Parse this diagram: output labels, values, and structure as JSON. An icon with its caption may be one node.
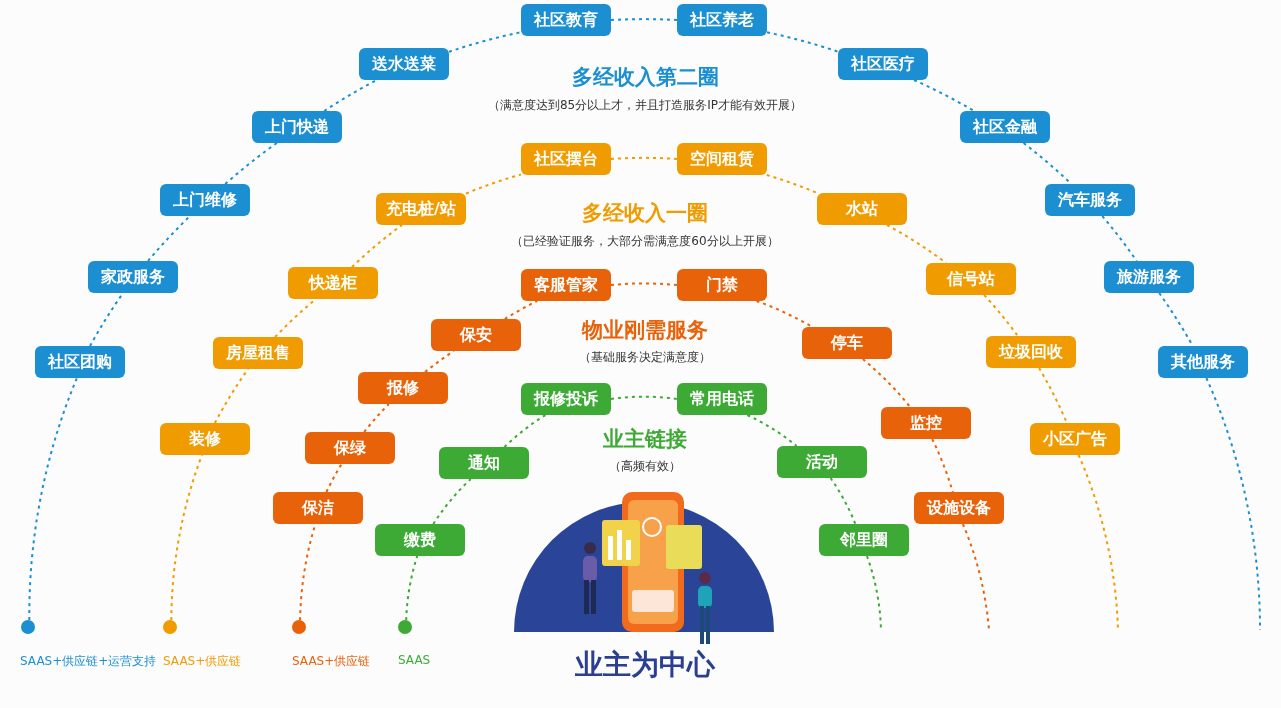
{
  "diagram": {
    "nodes": [
      {
        "text": [
          "社区团购"
        ]
      },
      {
        "text": [
          "家政服务"
        ]
      },
      {
        "text": [
          "上门维修"
        ]
      },
      {
        "text": [
          "上门快递"
        ]
      },
      {
        "text": [
          "送水送菜"
        ]
      },
      {
        "text": [
          "社区教育"
        ]
      },
      {
        "text": [
          "社区养老"
        ]
      },
      {
        "text": [
          "社区医疗"
        ]
      },
      {
        "text": [
          "社区金融"
        ]
      },
      {
        "text": [
          "汽车服务"
        ]
      },
      {
        "text": [
          "旅游服务"
        ]
      },
      {
        "text": [
          "其他服务"
        ]
      },
      {
        "text": [
          "装修"
        ]
      },
      {
        "text": [
          "房屋租售"
        ]
      },
      {
        "text": [
          "快递柜"
        ]
      },
      {
        "text": [
          "充电桩/站"
        ]
      },
      {
        "text": [
          "社区摆台"
        ]
      },
      {
        "text": [
          "空间租赁"
        ]
      },
      {
        "text": [
          "水站"
        ]
      },
      {
        "text": [
          "信号站"
        ]
      },
      {
        "text": [
          "垃圾回收"
        ]
      },
      {
        "text": [
          "小区广告"
        ]
      },
      {
        "text": [
          "保洁"
        ]
      },
      {
        "text": [
          "保绿"
        ]
      },
      {
        "text": [
          "报修"
        ]
      },
      {
        "text": [
          "保安"
        ]
      },
      {
        "text": [
          "客服管家"
        ]
      },
      {
        "text": [
          "门禁"
        ]
      },
      {
        "text": [
          "停车"
        ]
      },
      {
        "text": [
          "监控"
        ]
      },
      {
        "text": [
          "设施设备"
        ]
      },
      {
        "text": [
          "缴费"
        ]
      },
      {
        "text": [
          "通知"
        ]
      },
      {
        "text": [
          "报修投诉"
        ]
      },
      {
        "text": [
          "常用电话"
        ]
      },
      {
        "text": [
          "活动"
        ]
      },
      {
        "text": [
          "邻里圈"
        ]
      },
      {
        "text": [],
        "shape": "circle",
        "beside": [
          "SAAS+供应链+运营支持"
        ]
      },
      {
        "text": [],
        "shape": "circle",
        "beside": [
          "SAAS+供应链"
        ]
      },
      {
        "text": [],
        "shape": "circle",
        "beside": [
          "SAAS+供应链"
        ]
      },
      {
        "text": [],
        "shape": "circle",
        "beside": [
          "SAAS"
        ]
      }
    ],
    "edges": [
      {
        "from": 37,
        "to": 0,
        "arrow": "none",
        "style": "dashed",
        "color": "#1b8fd2"
      },
      {
        "from": 0,
        "to": 1,
        "arrow": "none",
        "style": "dashed",
        "color": "#1b8fd2"
      },
      {
        "from": 1,
        "to": 2,
        "arrow": "none",
        "style": "dashed",
        "color": "#1b8fd2"
      },
      {
        "from": 2,
        "to": 3,
        "arrow": "none",
        "style": "dashed",
        "color": "#1b8fd2"
      },
      {
        "from": 3,
        "to": 4,
        "arrow": "none",
        "style": "dashed",
        "color": "#1b8fd2"
      },
      {
        "from": 4,
        "to": 5,
        "arrow": "none",
        "style": "dashed",
        "color": "#1b8fd2"
      },
      {
        "from": 5,
        "to": 6,
        "arrow": "none",
        "style": "dashed",
        "color": "#1b8fd2"
      },
      {
        "from": 6,
        "to": 7,
        "arrow": "none",
        "style": "dashed",
        "color": "#1b8fd2"
      },
      {
        "from": 7,
        "to": 8,
        "arrow": "none",
        "style": "dashed",
        "color": "#1b8fd2"
      },
      {
        "from": 8,
        "to": 9,
        "arrow": "none",
        "style": "dashed",
        "color": "#1b8fd2"
      },
      {
        "from": 9,
        "to": 10,
        "arrow": "none",
        "style": "dashed",
        "color": "#1b8fd2"
      },
      {
        "from": 10,
        "to": 11,
        "arrow": "none",
        "style": "dashed",
        "color": "#1b8fd2"
      },
      {
        "from": 11,
        "to": null,
        "arrow": "none",
        "style": "dashed",
        "color": "#1b8fd2"
      },
      {
        "from": 38,
        "to": 12,
        "arrow": "none",
        "style": "dashed",
        "color": "#f09c00"
      },
      {
        "from": 12,
        "to": 13,
        "arrow": "none",
        "style": "dashed",
        "color": "#f09c00"
      },
      {
        "from": 13,
        "to": 14,
        "arrow": "none",
        "style": "dashed",
        "color": "#f09c00"
      },
      {
        "from": 14,
        "to": 15,
        "arrow": "none",
        "style": "dashed",
        "color": "#f09c00"
      },
      {
        "from": 15,
        "to": 16,
        "arrow": "none",
        "style": "dashed",
        "color": "#f09c00"
      },
      {
        "from": 16,
        "to": 17,
        "arrow": "none",
        "style": "dashed",
        "color": "#f09c00"
      },
      {
        "from": 17,
        "to": 18,
        "arrow": "none",
        "style": "dashed",
        "color": "#f09c00"
      },
      {
        "from": 18,
        "to": 19,
        "arrow": "none",
        "style": "dashed",
        "color": "#f09c00"
      },
      {
        "from": 19,
        "to": 20,
        "arrow": "none",
        "style": "dashed",
        "color": "#f09c00"
      },
      {
        "from": 20,
        "to": 21,
        "arrow": "none",
        "style": "dashed",
        "color": "#f09c00"
      },
      {
        "from": 21,
        "to": null,
        "arrow": "none",
        "style": "dashed",
        "color": "#f09c00"
      },
      {
        "from": 39,
        "to": 22,
        "arrow": "none",
        "style": "dashed",
        "color": "#e8620a"
      },
      {
        "from": 22,
        "to": 23,
        "arrow": "none",
        "style": "dashed",
        "color": "#e8620a"
      },
      {
        "from": 23,
        "to": 24,
        "arrow": "none",
        "style": "dashed",
        "color": "#e8620a"
      },
      {
        "from": 24,
        "to": 25,
        "arrow": "none",
        "style": "dashed",
        "color": "#e8620a"
      },
      {
        "from": 25,
        "to": 26,
        "arrow": "none",
        "style": "dashed",
        "color": "#e8620a"
      },
      {
        "from": 26,
        "to": 27,
        "arrow": "none",
        "style": "dashed",
        "color": "#e8620a"
      },
      {
        "from": 27,
        "to": 28,
        "arrow": "none",
        "style": "dashed",
        "color": "#e8620a"
      },
      {
        "from": 28,
        "to": 29,
        "arrow": "none",
        "style": "dashed",
        "color": "#e8620a"
      },
      {
        "from": 29,
        "to": 30,
        "arrow": "none",
        "style": "dashed",
        "color": "#e8620a"
      },
      {
        "from": 30,
        "to": null,
        "arrow": "none",
        "style": "dashed",
        "color": "#e8620a"
      },
      {
        "from": 40,
        "to": 31,
        "arrow": "none",
        "style": "dashed",
        "color": "#3daa35"
      },
      {
        "from": 31,
        "to": 32,
        "arrow": "none",
        "style": "dashed",
        "color": "#3daa35"
      },
      {
        "from": 32,
        "to": 33,
        "arrow": "none",
        "style": "dashed",
        "color": "#3daa35"
      },
      {
        "from": 33,
        "to": 34,
        "arrow": "none",
        "style": "dashed",
        "color": "#3daa35"
      },
      {
        "from": 34,
        "to": 35,
        "arrow": "none",
        "style": "dashed",
        "color": "#3daa35"
      },
      {
        "from": 35,
        "to": 36,
        "arrow": "none",
        "style": "dashed",
        "color": "#3daa35"
      },
      {
        "from": 36,
        "to": null,
        "arrow": "none",
        "style": "dashed",
        "color": "#3daa35"
      }
    ],
    "labels": [
      "多经收入第二圈",
      "（满意度达到85分以上才，并且打造服务IP才能有效开展）",
      "多经收入一圈",
      "（已经验证服务，大部分需满意度60分以上开展）",
      "物业刚需服务",
      "（基础服务决定满意度）",
      "业主链接",
      "（高频有效）",
      "业主为中心"
    ]
  }
}
